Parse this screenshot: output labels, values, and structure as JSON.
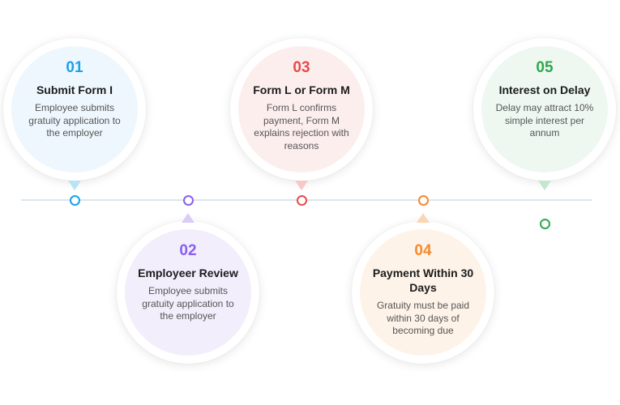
{
  "steps": [
    {
      "number": "01",
      "title": "Submit Form I",
      "description": "Employee submits gratuity application to the employer",
      "accent": "#1aa3e8",
      "fill": "#eef7fd",
      "pointer": "#b9e3f7"
    },
    {
      "number": "02",
      "title": "Employeer Review",
      "description": "Employee submits gratuity application to the employer",
      "accent": "#8a5ff0",
      "fill": "#f2eefc",
      "pointer": "#d9ccf7"
    },
    {
      "number": "03",
      "title": "Form L or Form M",
      "description": "Form L confirms payment, Form M explains rejection with reasons",
      "accent": "#e84b4b",
      "fill": "#fdeeee",
      "pointer": "#f7c8c8"
    },
    {
      "number": "04",
      "title": "Payment Within 30 Days",
      "description": "Gratuity must be paid within 30 days of becoming due",
      "accent": "#f58a2c",
      "fill": "#fef3e9",
      "pointer": "#fad6b3"
    },
    {
      "number": "05",
      "title": "Interest on Delay",
      "description": "Delay may attract 10% simple interest per annum",
      "accent": "#2fa84f",
      "fill": "#eef8f1",
      "pointer": "#c4e8cf"
    }
  ]
}
